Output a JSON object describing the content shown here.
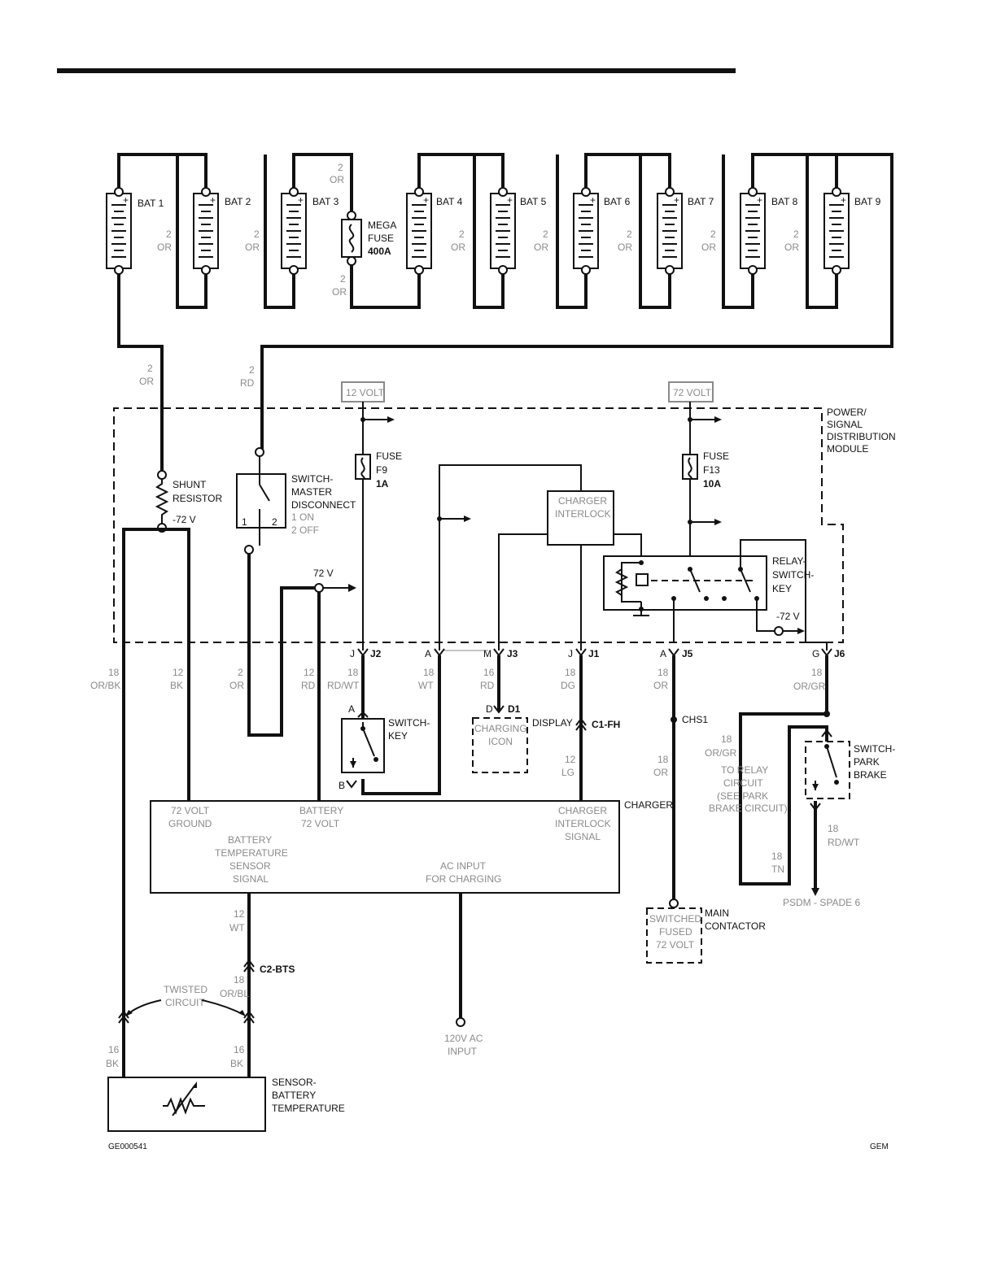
{
  "batteries": [
    "BAT 1",
    "BAT 2",
    "BAT 3",
    "BAT 4",
    "BAT 5",
    "BAT 6",
    "BAT 7",
    "BAT 8",
    "BAT 9"
  ],
  "wire_2": "2",
  "wire_or": "OR",
  "wire_rd": "RD",
  "mega_fuse": [
    "MEGA",
    "FUSE",
    "400A"
  ],
  "volt12": "12 VOLT",
  "volt72": "72 VOLT",
  "module": [
    "POWER/",
    "SIGNAL",
    "DISTRIBUTION",
    "MODULE"
  ],
  "shunt": [
    "SHUNT",
    "RESISTOR"
  ],
  "neg72": "-72 V",
  "pos72": "72 V",
  "switch_master": [
    "SWITCH-",
    "MASTER",
    "DISCONNECT",
    "1 ON",
    "2 OFF"
  ],
  "sw_pin1": "1",
  "sw_pin2": "2",
  "fuse_f9": [
    "FUSE",
    "F9",
    "1A"
  ],
  "fuse_f13": [
    "FUSE",
    "F13",
    "10A"
  ],
  "charger_interlock_box": [
    "CHARGER",
    "INTERLOCK"
  ],
  "relay": [
    "RELAY-",
    "SWITCH-",
    "KEY"
  ],
  "connectors": {
    "J2": {
      "pin": "J",
      "name": "J2"
    },
    "J3_A": {
      "pin": "A"
    },
    "J3": {
      "pin": "M",
      "name": "J3"
    },
    "J1": {
      "pin": "J",
      "name": "J1"
    },
    "J5": {
      "pin": "A",
      "name": "J5"
    },
    "J6": {
      "pin": "G",
      "name": "J6"
    }
  },
  "wires": {
    "w18orbk": [
      "18",
      "OR/BK"
    ],
    "w12bk": [
      "12",
      "BK"
    ],
    "w2or": [
      "2",
      "OR"
    ],
    "w12rd": [
      "12",
      "RD"
    ],
    "w18rdwt": [
      "18",
      "RD/WT"
    ],
    "w18wt": [
      "18",
      "WT"
    ],
    "w16rd": [
      "16",
      "RD"
    ],
    "w18dg": [
      "18",
      "DG"
    ],
    "w18or": [
      "18",
      "OR"
    ],
    "w18orgr": [
      "18",
      "OR/GR"
    ],
    "w12lg": [
      "12",
      "LG"
    ],
    "w18or2": [
      "18",
      "OR"
    ],
    "w18orgr2": [
      "18",
      "OR/GR"
    ],
    "w18tn": [
      "18",
      "TN"
    ],
    "w18rdwt2": [
      "18",
      "RD/WT"
    ],
    "w12wt": [
      "12",
      "WT"
    ],
    "w18orbl": [
      "18",
      "OR/BL"
    ],
    "w16bk1": [
      "16",
      "BK"
    ],
    "w16bk2": [
      "16",
      "BK"
    ]
  },
  "switch_key": [
    "SWITCH-",
    "KEY"
  ],
  "pin_a": "A",
  "pin_b": "B",
  "pin_d": "D",
  "d1": "D1",
  "charging_icon": [
    "CHARGING",
    "ICON"
  ],
  "display": "DISPLAY",
  "c1fh": "C1-FH",
  "chs1": "CHS1",
  "charger": "CHARGER",
  "charger_box": {
    "ground": [
      "72 VOLT",
      "GROUND"
    ],
    "battery": [
      "BATTERY",
      "72 VOLT"
    ],
    "interlock": [
      "CHARGER",
      "INTERLOCK",
      "SIGNAL"
    ],
    "temp": [
      "BATTERY",
      "TEMPERATURE",
      "SENSOR",
      "SIGNAL"
    ],
    "ac": [
      "AC INPUT",
      "FOR CHARGING"
    ]
  },
  "to_relay": [
    "TO RELAY",
    "CIRCUIT",
    "(SEE PARK",
    "BRAKE CIRCUIT)"
  ],
  "switch_park": [
    "SWITCH-",
    "PARK",
    "BRAKE"
  ],
  "psdm": "PSDM - SPADE 6",
  "main_contactor": [
    "MAIN",
    "CONTACTOR"
  ],
  "switched_fused": [
    "SWITCHED",
    "FUSED",
    "72 VOLT"
  ],
  "c2bts": "C2-BTS",
  "twisted": [
    "TWISTED",
    "CIRCUIT"
  ],
  "ac_input": [
    "120V AC",
    "INPUT"
  ],
  "sensor": [
    "SENSOR-",
    "BATTERY",
    "TEMPERATURE"
  ],
  "figure_id": "GE000541",
  "gem": "GEM"
}
